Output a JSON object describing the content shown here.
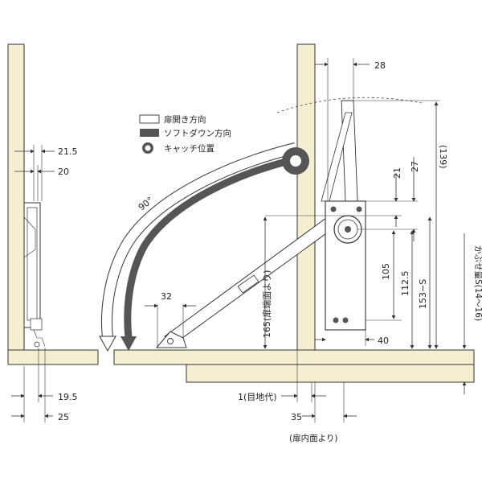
{
  "legend": {
    "open_direction": "扉開き方向",
    "soft_down_direction": "ソフトダウン方向",
    "catch_position": "キャッチ位置"
  },
  "dimensions": {
    "d_21_5": "21.5",
    "d_20": "20",
    "d_19_5": "19.5",
    "d_25": "25",
    "d_28": "28",
    "d_139": "(139)",
    "d_27": "27",
    "d_21": "21",
    "d_105": "105",
    "d_112_5": "112.5",
    "d_153_s": "153−S",
    "d_40": "40",
    "d_32": "32",
    "d_165": "165(扉端面より)",
    "d_overlap": "かぶせ量S(14〜16)",
    "d_1": "1(目地代)",
    "d_35": "35",
    "d_35_note": "(扉内面より)",
    "angle_90": "90°"
  },
  "colors": {
    "panel": "#f5efd2",
    "soft_down_arrow": "#555555",
    "line": "#333333"
  }
}
